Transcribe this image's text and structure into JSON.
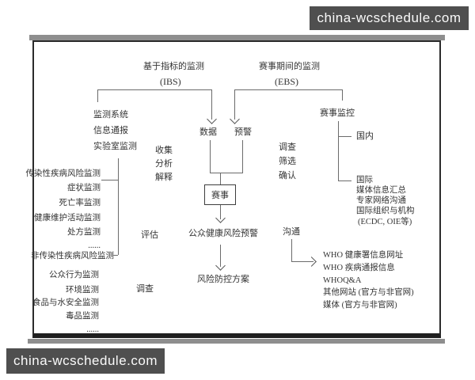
{
  "watermarks": {
    "top_right": "china-wcschedule.com",
    "bottom_left": "china-wcschedule.com"
  },
  "colors": {
    "watermark_bg": "#4f4f4f",
    "watermark_fg": "#fafafa",
    "line": "#6b6b6b",
    "text": "#333333",
    "frame_border": "#2b2b2b",
    "frame_shadow": "#8e8e8e"
  },
  "diagram": {
    "ibs_title": "基于指标的监测",
    "ibs_abbr": "(IBS)",
    "ebs_title": "赛事期间的监测",
    "ebs_abbr": "(EBS)",
    "sources": [
      "监测系统",
      "信息通报",
      "实验室监测"
    ],
    "process_left": [
      "收集",
      "分析",
      "解释"
    ],
    "data_label": "数据",
    "alert_label": "预警",
    "event_label": "赛事",
    "assess_label": "评估",
    "public_health_alert": "公众健康风险预警",
    "risk_plan": "风险防控方案",
    "investigate_bottom": "调查",
    "process_right": [
      "调查",
      "筛选",
      "确认"
    ],
    "communicate_label": "沟通",
    "event_monitoring": "赛事监控",
    "domestic_label": "国内",
    "international": [
      "国际",
      "媒体信息汇总",
      "专家网络沟通",
      "国际组织与机构",
      "(ECDC, OIE等)"
    ],
    "infectious": [
      "传染性疾病风险监测",
      "症状监测",
      "死亡率监测",
      "健康维护活动监测",
      "处方监测",
      "......"
    ],
    "noninfectious_title": "非传染性疾病风险监测",
    "noninfectious": [
      "公众行为监测",
      "环境监测",
      "食品与水安全监测",
      "毒品监测",
      "......"
    ],
    "who_channels": [
      "WHO 健康署信息网址",
      "WHO 疾病通报信息",
      "WHOQ&A",
      "其他网站 (官方与非官网)",
      "媒体 (官方与非官网)"
    ]
  }
}
